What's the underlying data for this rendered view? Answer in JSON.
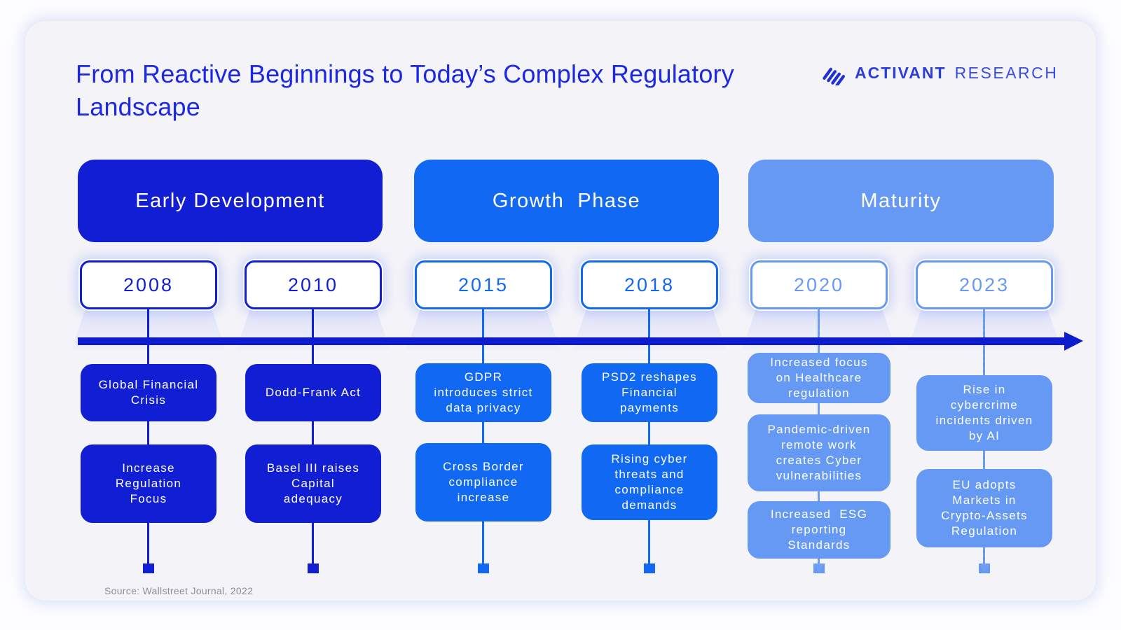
{
  "header": {
    "title": "From Reactive Beginnings to Today’s Complex Regulatory Landscape",
    "logo": {
      "primary": "ACTIVANT",
      "secondary": "RESEARCH",
      "icon": "activant-stripes-icon"
    }
  },
  "colors": {
    "dark_blue": "#111ed3",
    "medium_blue": "#1168f2",
    "light_blue": "#6699f4",
    "title_blue": "#1b2ae2",
    "timeline_blue": "#0d1ccd",
    "source_gray": "#8d8d99",
    "card_background": "#f4f3f8"
  },
  "phases": [
    {
      "label": "Early Development",
      "tone": "dark"
    },
    {
      "label": "Growth  Phase",
      "tone": "medium"
    },
    {
      "label": "Maturity",
      "tone": "light"
    }
  ],
  "columns": [
    {
      "year": "2008",
      "tone": "dark",
      "events": [
        "Global Financial\nCrisis",
        "Increase\nRegulation\nFocus"
      ]
    },
    {
      "year": "2010",
      "tone": "dark",
      "events": [
        "Dodd-Frank Act",
        "Basel III raises\nCapital\nadequacy"
      ]
    },
    {
      "year": "2015",
      "tone": "medium",
      "events": [
        "GDPR\nintroduces strict\ndata privacy",
        "Cross Border\ncompliance\nincrease"
      ]
    },
    {
      "year": "2018",
      "tone": "medium",
      "events": [
        "PSD2 reshapes\nFinancial\npayments",
        "Rising cyber\nthreats and\ncompliance\ndemands"
      ]
    },
    {
      "year": "2020",
      "tone": "light",
      "events": [
        "Increased focus\non Healthcare\nregulation",
        "Pandemic-driven\nremote work\ncreates Cyber\nvulnerabilities",
        "Increased  ESG\nreporting\nStandards"
      ]
    },
    {
      "year": "2023",
      "tone": "light",
      "events": [
        "Rise in\ncybercrime\nincidents driven\nby AI",
        "EU adopts\nMarkets in\nCrypto-Assets\nRegulation"
      ]
    }
  ],
  "footer": {
    "source": "Source: Wallstreet Journal, 2022"
  }
}
